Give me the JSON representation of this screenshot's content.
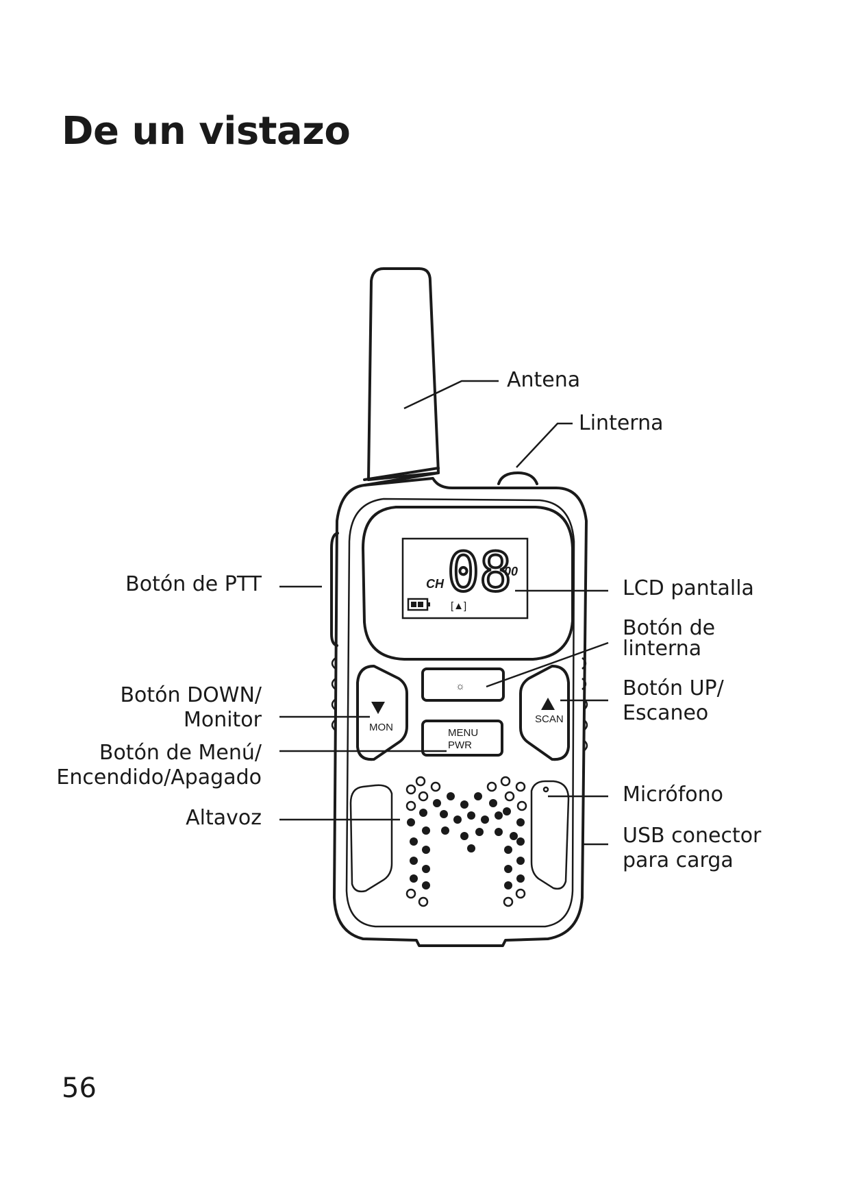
{
  "page": {
    "title": "De un vistazo",
    "number": "56"
  },
  "labels": {
    "antena": "Antena",
    "linterna": "Linterna",
    "ptt": "Botón de PTT",
    "lcd": "LCD pantalla",
    "boton_linterna": [
      "Botón de",
      "linterna"
    ],
    "down": [
      "Botón DOWN/",
      "Monitor"
    ],
    "up": [
      "Botón UP/",
      "Escaneo"
    ],
    "menu": [
      "Botón de Menú/",
      "Encendido/Apagado"
    ],
    "altavoz": "Altavoz",
    "microfono": "Micrófono",
    "usb": [
      "USB conector",
      "para carga"
    ]
  },
  "device": {
    "lcd_ch": "CH",
    "lcd_channel": "08",
    "lcd_sub": "00",
    "mon_label": "MON",
    "scan_label": "SCAN",
    "menu_label": "MENU",
    "pwr_label": "PWR"
  }
}
